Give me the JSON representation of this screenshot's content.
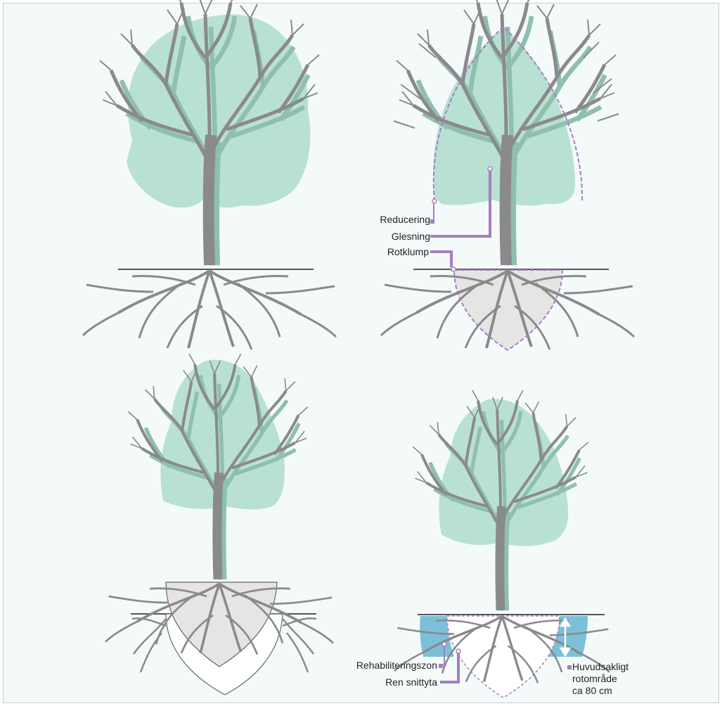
{
  "colors": {
    "background": "#f4fafa",
    "canopy": "#b8e1d3",
    "branches": "#8a8a8c",
    "inner_branches": "#8fbfae",
    "ground_line": "#555555",
    "accent": "#a57ec2",
    "root_ball_fill": "#e7e4e4",
    "rehab_zone": "#7bc0d8",
    "cut_surface": "#ffffff"
  },
  "labels": {
    "reducering": "Reducering",
    "glesning": "Glesning",
    "rotklump": "Rotklump",
    "rehab": "Rehabiliteringszon",
    "snittyta": "Ren snittyta",
    "huvud_line1": "Huvudsakligt",
    "huvud_line2": "rotområde",
    "huvud_line3": "ca 80 cm"
  }
}
